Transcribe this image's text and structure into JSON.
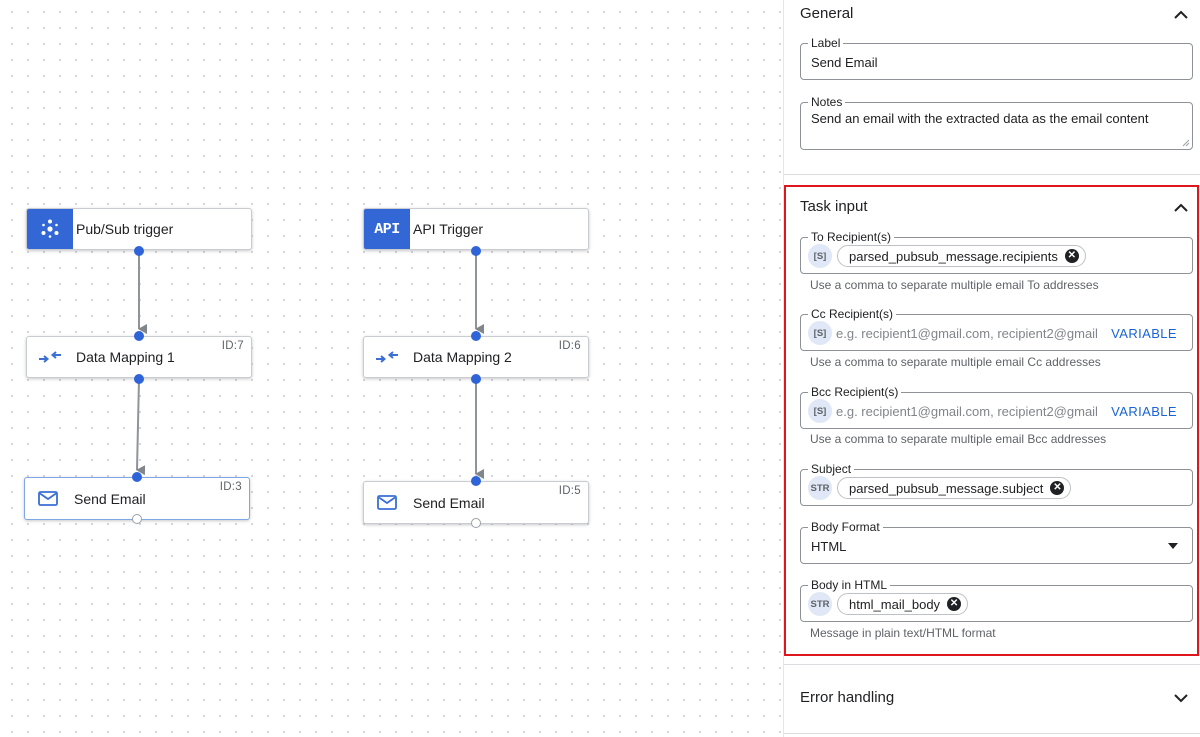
{
  "nodes": {
    "pubsub": {
      "label": "Pub/Sub trigger"
    },
    "api": {
      "label": "API Trigger",
      "tile_text": "API"
    },
    "mapping1": {
      "label": "Data Mapping 1",
      "id": "ID:7"
    },
    "mapping2": {
      "label": "Data Mapping 2",
      "id": "ID:6"
    },
    "email1": {
      "label": "Send Email",
      "id": "ID:3"
    },
    "email2": {
      "label": "Send Email",
      "id": "ID:5"
    }
  },
  "panel": {
    "general": {
      "title": "General",
      "label_field": {
        "label": "Label",
        "value": "Send Email"
      },
      "notes_field": {
        "label": "Notes",
        "value": "Send an email with the extracted data as the email content"
      }
    },
    "task_input": {
      "title": "Task input",
      "to": {
        "label": "To Recipient(s)",
        "badge": "[S]",
        "chip": "parsed_pubsub_message.recipients",
        "hint": "Use a comma to separate multiple email To addresses"
      },
      "cc": {
        "label": "Cc Recipient(s)",
        "badge": "[S]",
        "placeholder": "e.g. recipient1@gmail.com, recipient2@gmail",
        "button": "VARIABLE",
        "hint": "Use a comma to separate multiple email Cc addresses"
      },
      "bcc": {
        "label": "Bcc Recipient(s)",
        "badge": "[S]",
        "placeholder": "e.g. recipient1@gmail.com, recipient2@gmail",
        "button": "VARIABLE",
        "hint": "Use a comma to separate multiple email Bcc addresses"
      },
      "subject": {
        "label": "Subject",
        "badge": "STR",
        "chip": "parsed_pubsub_message.subject"
      },
      "body_format": {
        "label": "Body Format",
        "value": "HTML"
      },
      "body_html": {
        "label": "Body in HTML",
        "badge": "STR",
        "chip": "html_mail_body",
        "hint": "Message in plain text/HTML format"
      }
    },
    "error_handling": {
      "title": "Error handling"
    }
  },
  "colors": {
    "accent": "#3367d6",
    "highlight": "#e0161e",
    "link": "#1a63d6"
  }
}
